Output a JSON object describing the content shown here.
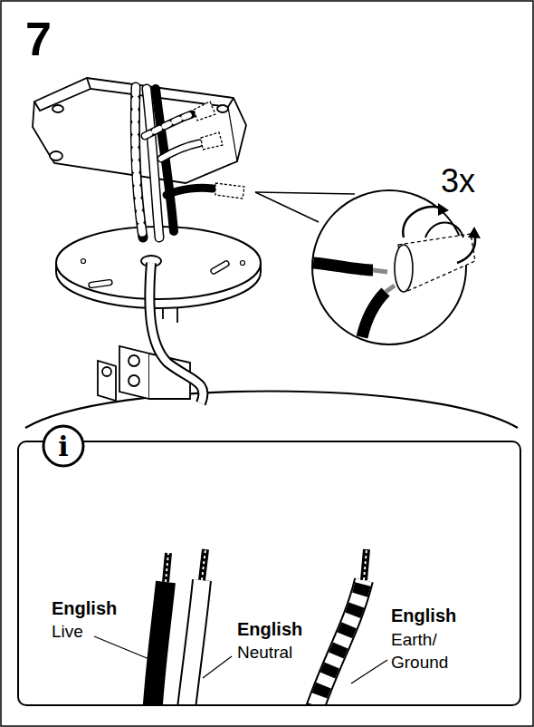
{
  "diagram": {
    "labels": [
      "7",
      "3x",
      "i",
      "English",
      "Live",
      "English",
      "Neutral",
      "English",
      "Earth/ Ground"
    ]
  }
}
